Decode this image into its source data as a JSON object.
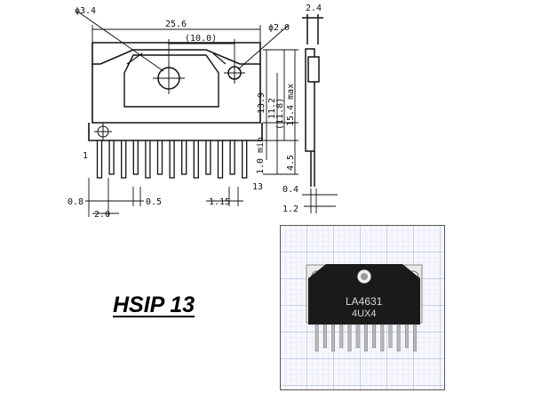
{
  "package_name": "HSIP 13",
  "dimensions": {
    "hole_left": "ϕ3.4",
    "hole_right": "ϕ2.0",
    "total_width": "25.6",
    "hole_spacing": "(10.0)",
    "side_thickness": "2.4",
    "h_13_9": "13.9",
    "h_11_2": "11.2",
    "h_11_8": "(11.8)",
    "h_15_4": "15.4 max",
    "lead_len": "4.5",
    "min_1_0": "1.0 min",
    "pitch_0_8": "0.8",
    "pitch_2_0": "2.0",
    "lead_0_5": "0.5",
    "lead_1_15": "1.15",
    "lead_0_4": "0.4",
    "lead_1_2": "1.2",
    "pin_first": "1",
    "pin_last": "13"
  },
  "chip_marking": {
    "line1": "LA4631",
    "line2": "4UX4"
  },
  "colors": {
    "ink": "#111111",
    "grid_paper": "#cfd6ec",
    "grid_major": "#9aa6d2",
    "chip_body": "#1a1a1a",
    "heat_tab": "#e9e9e9",
    "lead": "#b9b9b9"
  }
}
